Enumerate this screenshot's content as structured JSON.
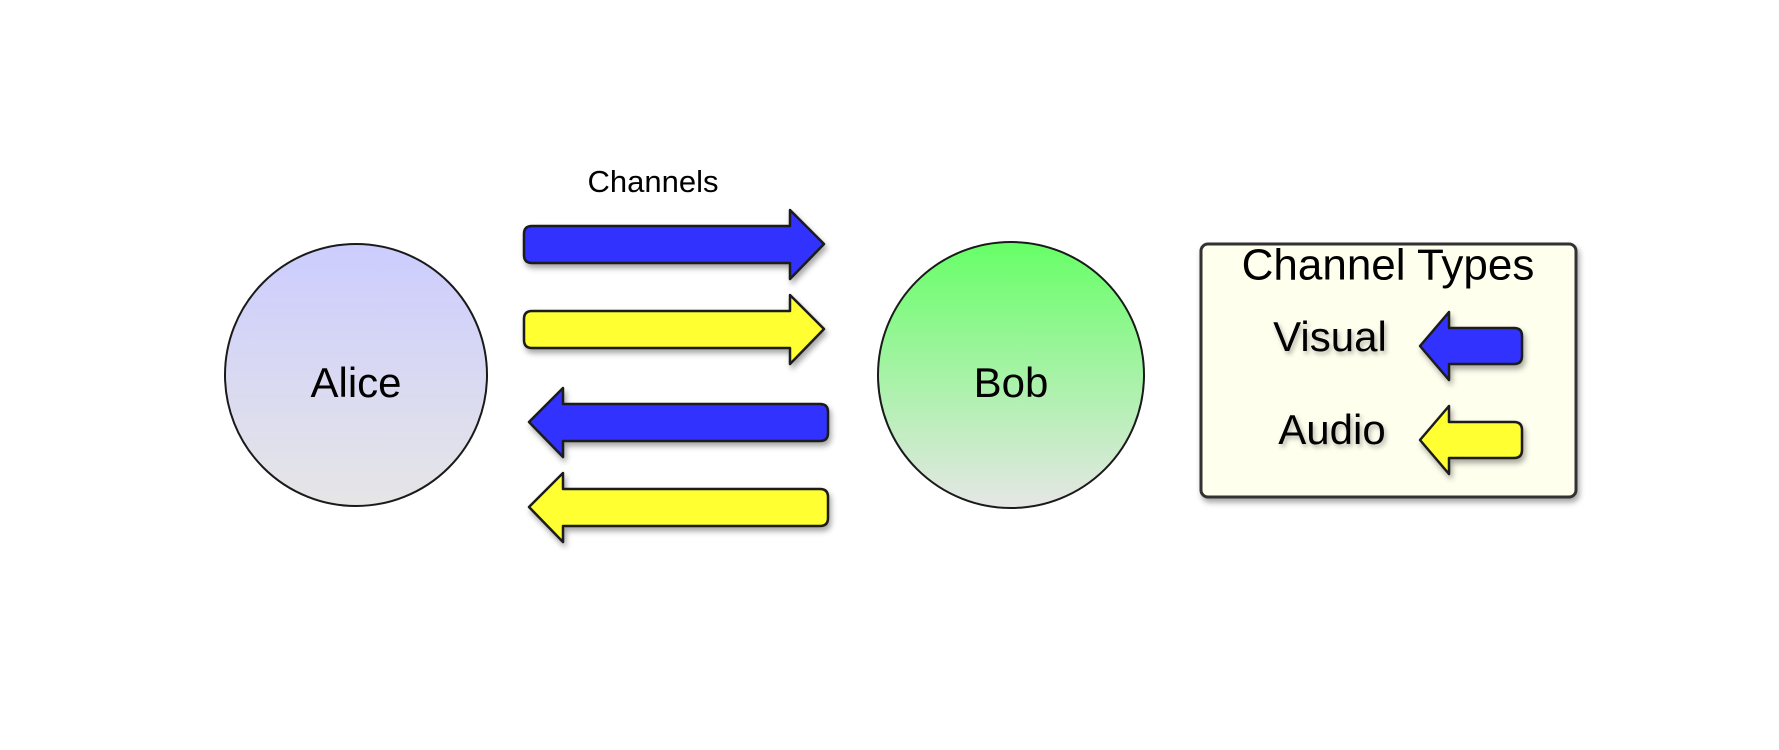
{
  "nodes": {
    "alice": "Alice",
    "bob": "Bob"
  },
  "channels_label": "Channels",
  "legend": {
    "title": "Channel Types",
    "items": [
      {
        "label": "Visual",
        "color": "#3333ff"
      },
      {
        "label": "Audio",
        "color": "#ffff33"
      }
    ]
  },
  "colors": {
    "visual": "#3333ff",
    "audio": "#ffff33",
    "alice_fill_top": "#ccccff",
    "alice_fill_bottom": "#e6e6e6",
    "bob_fill_top": "#66ff66",
    "bob_fill_bottom": "#e6e6e6",
    "legend_bg": "#ffffee"
  }
}
